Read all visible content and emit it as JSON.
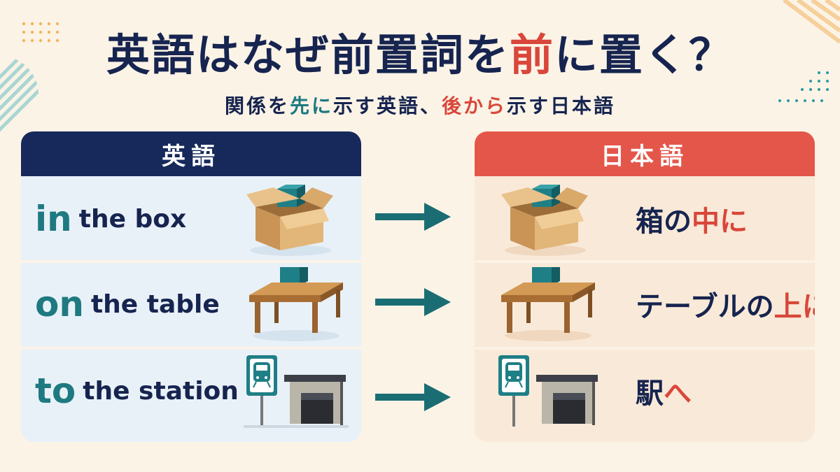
{
  "title": {
    "part1": "英語はなぜ前置詞を",
    "accent": "前",
    "part2": "に置く？"
  },
  "subtitle": {
    "p1": "関係を",
    "teal": "先に",
    "p2": "示す英語、",
    "red": "後から",
    "p3": "示す日本語"
  },
  "english": {
    "header": "英語",
    "rows": [
      {
        "prep": "in",
        "rest": "the box"
      },
      {
        "prep": "on",
        "rest": "the table"
      },
      {
        "prep": "to",
        "rest": "the station"
      }
    ]
  },
  "japanese": {
    "header": "日本語",
    "rows": [
      {
        "pre": "箱の",
        "hl": "中に"
      },
      {
        "pre": "テーブルの",
        "hl": "上に"
      },
      {
        "pre": "駅",
        "hl": "へ"
      }
    ]
  },
  "icons": [
    "box-icon",
    "table-icon",
    "station-icon",
    "arrow-right-icon"
  ],
  "colors": {
    "navy": "#16244f",
    "teal": "#1e7a80",
    "red": "#d8473a",
    "header_navy": "#16295a",
    "header_red": "#e4564a",
    "background": "#fbf3e6"
  }
}
